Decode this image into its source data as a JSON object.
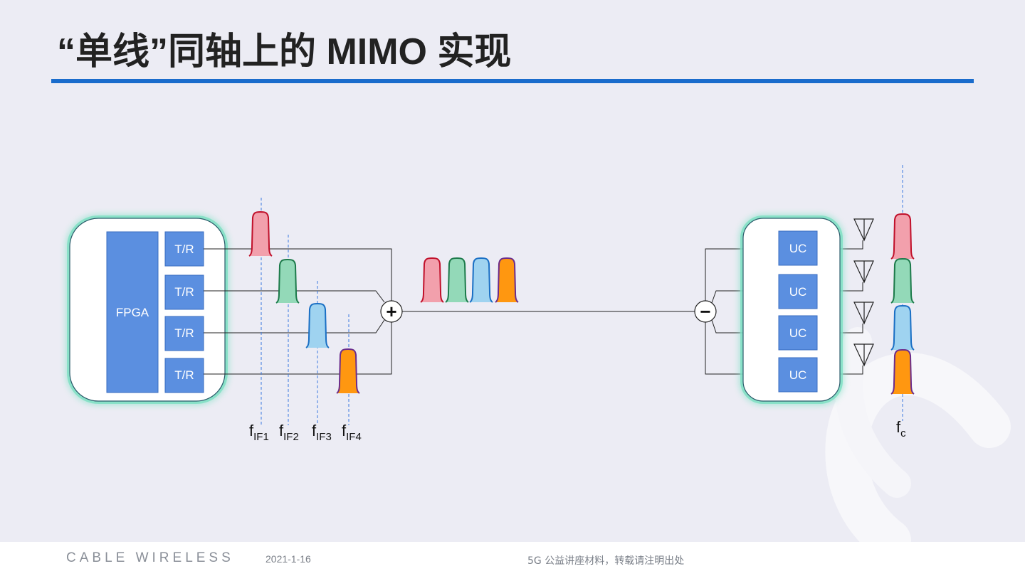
{
  "slide": {
    "title": "“单线”同轴上的 MIMO 实现"
  },
  "diagram": {
    "fpga_label": "FPGA",
    "tr_labels": [
      "T/R",
      "T/R",
      "T/R",
      "T/R"
    ],
    "uc_labels": [
      "UC",
      "UC",
      "UC",
      "UC"
    ],
    "combiner_symbol": "+",
    "splitter_symbol": "−",
    "if_labels": [
      {
        "main": "f",
        "sub": "IF1"
      },
      {
        "main": "f",
        "sub": "IF2"
      },
      {
        "main": "f",
        "sub": "IF3"
      },
      {
        "main": "f",
        "sub": "IF4"
      }
    ],
    "carrier_label": {
      "main": "f",
      "sub": "c"
    },
    "channel_colors": [
      {
        "fill": "#f2a0ac",
        "stroke": "#c0102a"
      },
      {
        "fill": "#93d9b8",
        "stroke": "#1c7a4a"
      },
      {
        "fill": "#9fd3f0",
        "stroke": "#1a6fc4"
      },
      {
        "fill": "#ff9710",
        "stroke": "#6b2c8c"
      }
    ],
    "box_color": "#5b8fe0",
    "glow_color": "#7fe0c4"
  },
  "footer": {
    "brand": "CABLE WIRELESS",
    "date": "2021-1-16",
    "note": "5G 公益讲座材料，转载请注明出处"
  }
}
